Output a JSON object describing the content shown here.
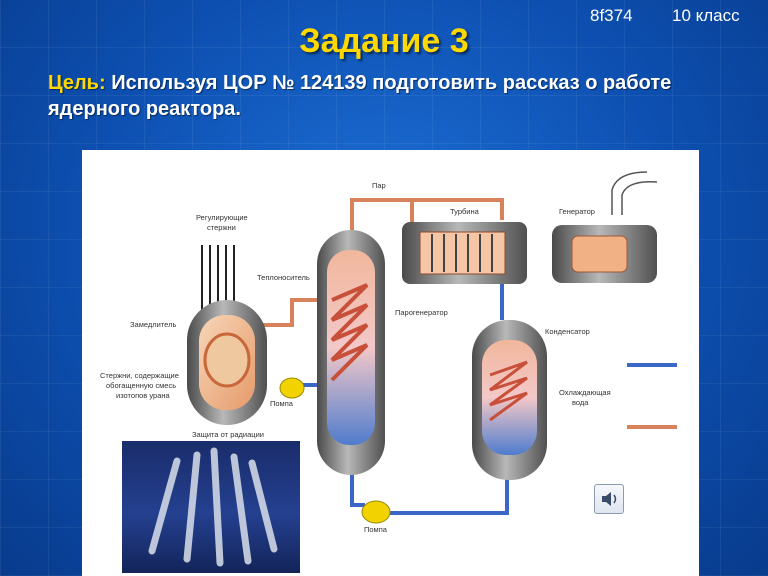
{
  "header": {
    "code": "8f374",
    "grade": "10 класс",
    "title": "Задание 3",
    "goal_label": "Цель:",
    "goal_text": " Используя ЦОР № 124139 подготовить рассказ о работе ядерного реактора."
  },
  "diagram": {
    "labels": {
      "steam": "Пар",
      "turbine": "Турбина",
      "generator": "Генератор",
      "control_rods_1": "Регулирующие",
      "control_rods_2": "стержни",
      "coolant": "Теплоноситель",
      "steam_generator": "Парогенератор",
      "moderator": "Замедлитель",
      "condenser": "Конденсатор",
      "fuel_rods_1": "Стержни, содержащие",
      "fuel_rods_2": "обогащенную смесь",
      "fuel_rods_3": "изотопов урана",
      "pump_reactor": "Помпа",
      "cooling_water_1": "Охлаждающая",
      "cooling_water_2": "вода",
      "radiation_shield": "Защита от радиации",
      "pump_bottom": "Помпа"
    }
  },
  "colors": {
    "title": "#ffd800",
    "pipe": "#d8825c",
    "pipe_blue": "#3a66c8",
    "vessel": "#6e6e6e"
  }
}
